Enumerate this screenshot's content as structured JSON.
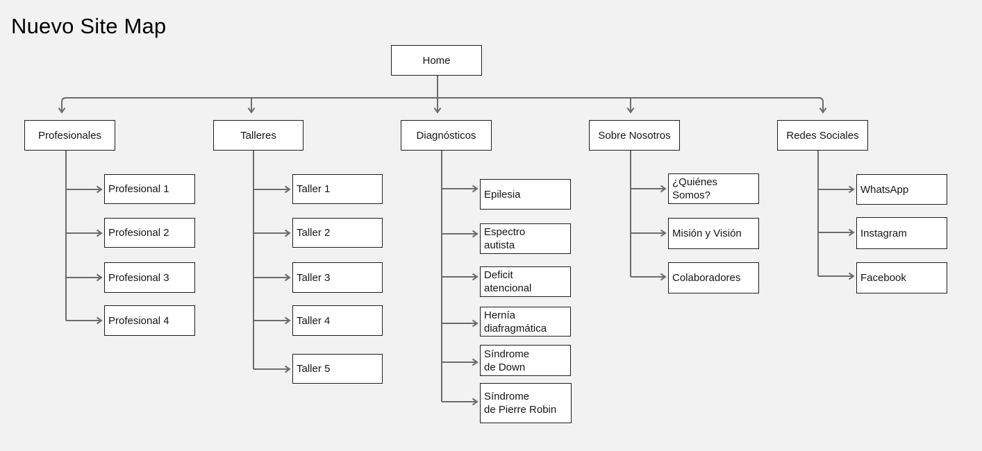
{
  "title": "Nuevo Site Map",
  "home": {
    "label": "Home"
  },
  "branches": [
    {
      "label": "Profesionales",
      "children": [
        {
          "label": "Profesional 1"
        },
        {
          "label": "Profesional 2"
        },
        {
          "label": "Profesional 3"
        },
        {
          "label": "Profesional 4"
        }
      ]
    },
    {
      "label": "Talleres",
      "children": [
        {
          "label": "Taller 1"
        },
        {
          "label": "Taller 2"
        },
        {
          "label": "Taller 3"
        },
        {
          "label": "Taller 4"
        },
        {
          "label": "Taller 5"
        }
      ]
    },
    {
      "label": "Diagnósticos",
      "children": [
        {
          "label": "Epilesia"
        },
        {
          "label": "Espectro\nautista"
        },
        {
          "label": "Deficit\natencional"
        },
        {
          "label": "Hernía\ndiafragmática"
        },
        {
          "label": "Síndrome\nde Down"
        },
        {
          "label": "Síndrome\nde Pierre Robin"
        }
      ]
    },
    {
      "label": "Sobre Nosotros",
      "children": [
        {
          "label": "¿Quiénes Somos?"
        },
        {
          "label": "Misión y Visión"
        },
        {
          "label": "Colaboradores"
        }
      ]
    },
    {
      "label": "Redes Sociales",
      "children": [
        {
          "label": "WhatsApp"
        },
        {
          "label": "Instagram"
        },
        {
          "label": "Facebook"
        }
      ]
    }
  ],
  "colors": {
    "background": "#f2f2f2",
    "box_fill": "#ffffff",
    "box_border": "#1c1c1c",
    "connector": "#6b6b6b",
    "text": "#141414"
  }
}
